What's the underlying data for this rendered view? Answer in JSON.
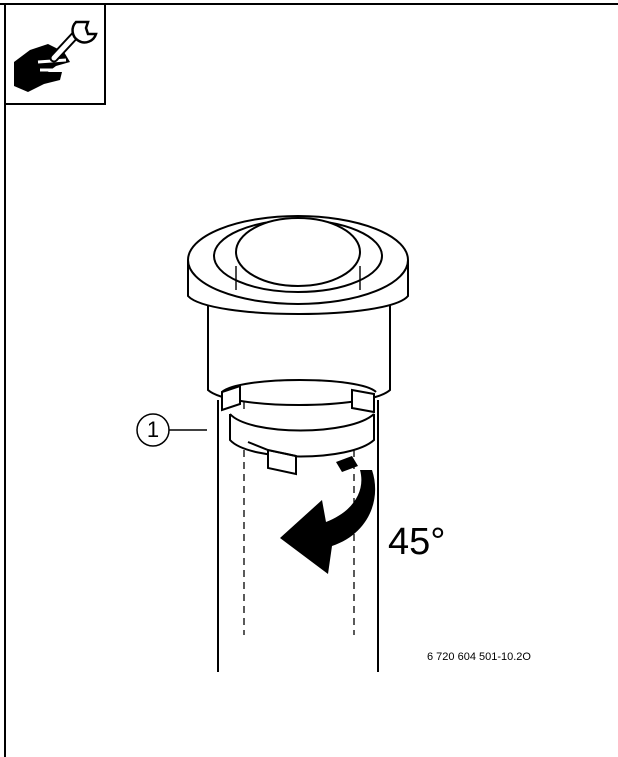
{
  "callout": {
    "number": "1"
  },
  "rotation": {
    "angle_label": "45°"
  },
  "figure": {
    "code": "6 720 604 501-10.2O"
  },
  "icons": {
    "header": "wrench-hand-icon",
    "rotation": "rotate-arrow-icon"
  },
  "colors": {
    "line": "#000000",
    "background": "#ffffff"
  }
}
